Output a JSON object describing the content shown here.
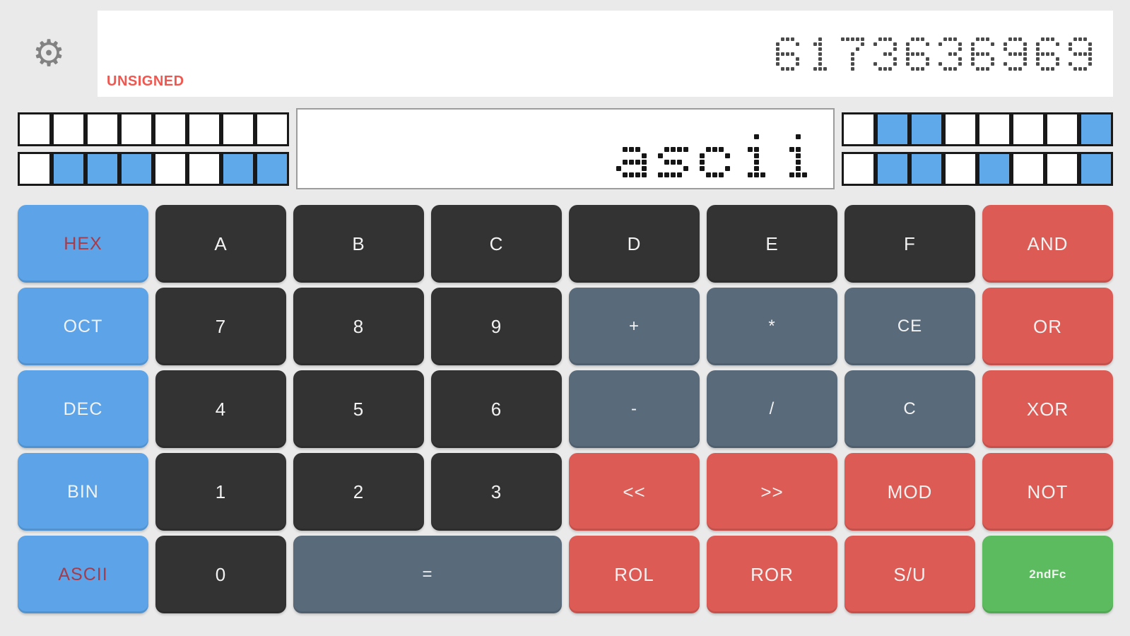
{
  "display": {
    "value": "6173636969",
    "mode_label": "UNSIGNED"
  },
  "secondary_display": {
    "value": "ascii"
  },
  "bit_grids": {
    "left_rows": [
      "00000000",
      "01110011"
    ],
    "right_rows": [
      "01100001",
      "01101001"
    ]
  },
  "toolbar": {
    "settings_icon": "gear",
    "settings_glyph": "⚙"
  },
  "keypad": {
    "rows": [
      [
        {
          "label": "HEX",
          "name": "key-hex",
          "type": "base",
          "active": true
        },
        {
          "label": "A",
          "name": "key-a",
          "type": "digit"
        },
        {
          "label": "B",
          "name": "key-b",
          "type": "digit"
        },
        {
          "label": "C",
          "name": "key-c-digit",
          "type": "digit"
        },
        {
          "label": "D",
          "name": "key-d",
          "type": "digit"
        },
        {
          "label": "E",
          "name": "key-e",
          "type": "digit"
        },
        {
          "label": "F",
          "name": "key-f",
          "type": "digit"
        },
        {
          "label": "AND",
          "name": "key-and",
          "type": "logic"
        }
      ],
      [
        {
          "label": "OCT",
          "name": "key-oct",
          "type": "base"
        },
        {
          "label": "7",
          "name": "key-7",
          "type": "digit"
        },
        {
          "label": "8",
          "name": "key-8",
          "type": "digit"
        },
        {
          "label": "9",
          "name": "key-9",
          "type": "digit"
        },
        {
          "label": "+",
          "name": "key-add",
          "type": "op"
        },
        {
          "label": "*",
          "name": "key-multiply",
          "type": "op"
        },
        {
          "label": "CE",
          "name": "key-ce",
          "type": "op"
        },
        {
          "label": "OR",
          "name": "key-or",
          "type": "logic"
        }
      ],
      [
        {
          "label": "DEC",
          "name": "key-dec",
          "type": "base"
        },
        {
          "label": "4",
          "name": "key-4",
          "type": "digit"
        },
        {
          "label": "5",
          "name": "key-5",
          "type": "digit"
        },
        {
          "label": "6",
          "name": "key-6",
          "type": "digit"
        },
        {
          "label": "-",
          "name": "key-subtract",
          "type": "op"
        },
        {
          "label": "/",
          "name": "key-divide",
          "type": "op"
        },
        {
          "label": "C",
          "name": "key-clear",
          "type": "op"
        },
        {
          "label": "XOR",
          "name": "key-xor",
          "type": "logic"
        }
      ],
      [
        {
          "label": "BIN",
          "name": "key-bin",
          "type": "base"
        },
        {
          "label": "1",
          "name": "key-1",
          "type": "digit"
        },
        {
          "label": "2",
          "name": "key-2",
          "type": "digit"
        },
        {
          "label": "3",
          "name": "key-3",
          "type": "digit"
        },
        {
          "label": "<<",
          "name": "key-shift-left",
          "type": "logic"
        },
        {
          "label": ">>",
          "name": "key-shift-right",
          "type": "logic"
        },
        {
          "label": "MOD",
          "name": "key-mod",
          "type": "logic"
        },
        {
          "label": "NOT",
          "name": "key-not",
          "type": "logic"
        }
      ],
      [
        {
          "label": "ASCII",
          "name": "key-ascii",
          "type": "base",
          "active": true
        },
        {
          "label": "0",
          "name": "key-0",
          "type": "digit"
        },
        {
          "label": "=",
          "name": "key-equals",
          "type": "op",
          "span": 2
        },
        {
          "label": "ROL",
          "name": "key-rol",
          "type": "logic"
        },
        {
          "label": "ROR",
          "name": "key-ror",
          "type": "logic"
        },
        {
          "label": "S/U",
          "name": "key-su",
          "type": "logic"
        },
        {
          "label": "2ndFc",
          "name": "key-2ndfc",
          "type": "second"
        }
      ]
    ]
  },
  "colors": {
    "background": "#eaeaea",
    "display_background": "#ffffff",
    "display_digits": "#4b4b4b",
    "secondary_digits": "#161616",
    "mode_label": "#ef5850",
    "bit_on": "#5fa9ea",
    "bit_border": "#191919",
    "base_key": "#5ca4e7",
    "digit_key": "#333333",
    "operator_key": "#596a7a",
    "logic_key": "#dc5b55",
    "second_key": "#5dbb5f",
    "active_base_text": "#a53c4c",
    "key_text": "#f2f2f2",
    "gear_icon": "#828282"
  }
}
